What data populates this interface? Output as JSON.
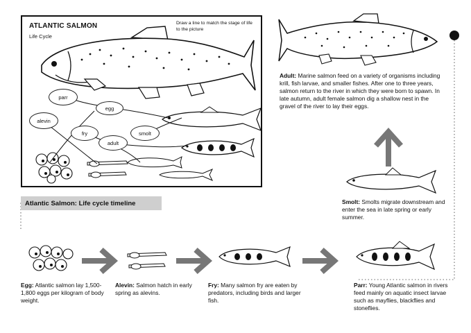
{
  "worksheet": {
    "title": "ATLANTIC SALMON",
    "subtitle": "Life Cycle",
    "instruction": "Draw a line to match the stage of life to the picture",
    "labels": [
      "parr",
      "egg",
      "alevin",
      "fry",
      "smolt",
      "adult"
    ]
  },
  "timeline_title": "Atlantic Salmon: Life cycle timeline",
  "stages": {
    "adult": {
      "name": "Adult:",
      "text": "Marine salmon feed on a variety of organisms including krill, fish larvae, and smaller fishes. After one to three years, salmon return to the river in which they were born to spawn. In late autumn, adult female salmon dig a shallow nest in the gravel of the river to lay their eggs."
    },
    "smolt": {
      "name": "Smolt:",
      "text": "Smolts migrate downstream and enter the sea in late spring or early summer."
    },
    "egg": {
      "name": "Egg:",
      "text": "Atlantic salmon lay 1,500-1,800 eggs per kilogram of body weight."
    },
    "alevin": {
      "name": "Alevin:",
      "text": "Salmon hatch in early spring as alevins."
    },
    "fry": {
      "name": "Fry:",
      "text": "Many salmon fry are eaten by predators, including birds and larger fish."
    },
    "parr": {
      "name": "Parr:",
      "text": "Young Atlantic salmon in rivers feed mainly on aquatic insect larvae such as mayflies, blackflies and stoneflies."
    }
  },
  "colors": {
    "arrow": "#777777",
    "banner": "#cfcfcf",
    "ink": "#111111"
  }
}
